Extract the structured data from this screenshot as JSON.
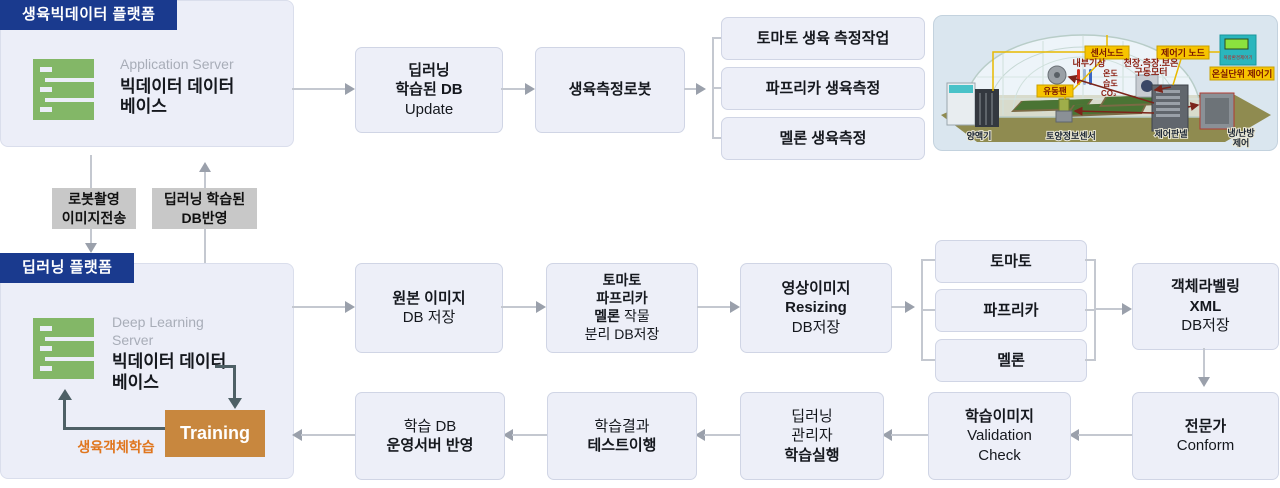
{
  "top_platform": {
    "badge": "생육빅데이터 플랫폼",
    "server_type": "Application Server",
    "server_name": "빅데이터 데이터베이스"
  },
  "top_flow": {
    "db_update": {
      "line1": "딥러닝",
      "line2": "학습된 DB",
      "line3": "Update"
    },
    "robot": "생육측정로봇",
    "tasks": [
      "토마토 생육 측정작업",
      "파프리카 생육측정",
      "멜론 생육측정"
    ]
  },
  "connectors": {
    "robot_upload": {
      "line1": "로봇촬영",
      "line2": "이미지전송"
    },
    "db_apply": {
      "line1": "딥러닝 학습된",
      "line2": "DB반영"
    }
  },
  "bottom_platform": {
    "badge": "딥러닝 플랫폼",
    "server_type": "Deep Learning Server",
    "server_name": "빅데이터 데이터베이스",
    "training": "Training",
    "training_note": "생육객체학습"
  },
  "bottom_flow": {
    "original": {
      "line1": "원본 이미지",
      "line2": "DB 저장"
    },
    "separate": {
      "line1": "토마토",
      "line2": "파프리카",
      "line3a": "멜론",
      "line3b": "작물",
      "line4": "분리 DB저장"
    },
    "resizing": {
      "line1": "영상이미지",
      "line2": "Resizing",
      "line3": "DB저장"
    },
    "crops": [
      "토마토",
      "파프리카",
      "멜론"
    ],
    "labeling": {
      "line1": "객체라벨링",
      "line2": "XML",
      "line3": "DB저장"
    }
  },
  "review_flow": {
    "expert": {
      "line1": "전문가",
      "line2": "Conform"
    },
    "validation": {
      "line1": "학습이미지",
      "line2": "Validation",
      "line3": "Check"
    },
    "run": {
      "line1": "딥러닝",
      "line2": "관리자",
      "line3": "학습실행"
    },
    "test": {
      "line1": "학습결과",
      "line2": "테스트이행"
    },
    "deploy": {
      "line1": "학습 DB",
      "line2": "운영서버 반영"
    }
  },
  "greenhouse": {
    "sensor_node": "센서노드",
    "controller_node": "제어기 노드",
    "unit_controller": "온실단위 제어기",
    "fan": "유동팬",
    "indoor_weather": "내부기상",
    "motor_line1": "천장.측장.보온",
    "motor_line2": "구동모터",
    "temp": "온도",
    "humidity": "습도",
    "co2": "CO₂",
    "device": "복합환경제어기",
    "nutrient": "양액기",
    "soil_sensor": "토양정보센서",
    "control_panel": "제어판넬",
    "hvac_line1": "냉/난방",
    "hvac_line2": "제어"
  },
  "colors": {
    "badge_blue": "#1a3a8e",
    "box_fill": "#edeff8",
    "training_orange": "#c8873e",
    "note_orange": "#e0761e",
    "server_green": "#83b767",
    "arrow_gray": "#9aa0ab",
    "dark_arrow": "#4e6066"
  }
}
